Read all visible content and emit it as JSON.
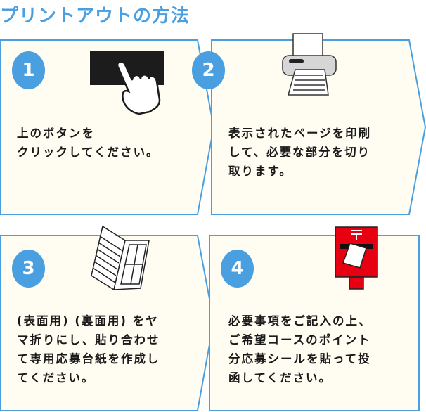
{
  "title": "プリントアウトの方法",
  "colors": {
    "accent": "#4a9fe0",
    "panel_bg": "#fffdf1",
    "postbox_red": "#e60012"
  },
  "steps": [
    {
      "number": "1",
      "text": "上のボタンを\nクリックしてください。",
      "icon": "hand-click-icon"
    },
    {
      "number": "2",
      "text": "表示されたページを印刷\nして、必要な部分を切り\n取ります。",
      "icon": "printer-icon"
    },
    {
      "number": "3",
      "text": "(表面用) (裏面用) をヤ\nマ折りにし、貼り合わせ\nて専用応募台紙を作成し\nてください。",
      "icon": "folded-form-icon"
    },
    {
      "number": "4",
      "text": "必要事項をご記入の上、\nご希望コースのポイント\n分応募シールを貼って投\n函してください。",
      "icon": "postbox-icon"
    }
  ]
}
